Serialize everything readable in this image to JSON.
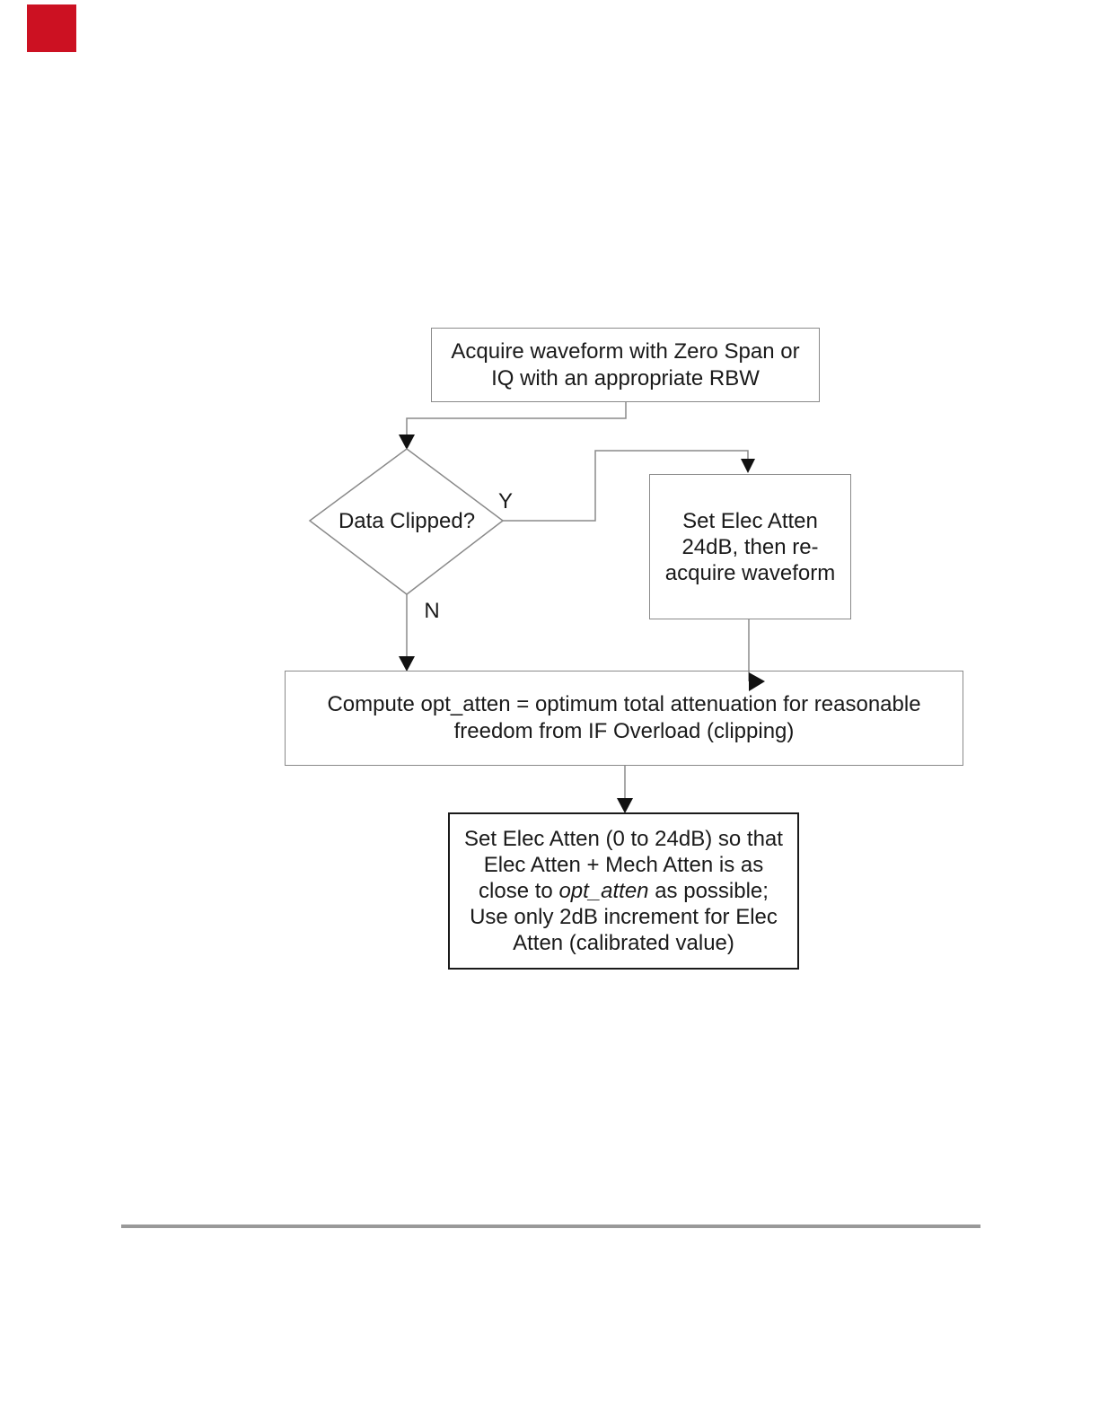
{
  "page": {
    "type": "flowchart-diagram"
  },
  "marker": {
    "color": "#cc1122"
  },
  "flowchart": {
    "acquire_box": {
      "line1": "Acquire waveform with Zero Span or",
      "line2": "IQ with an appropriate RBW"
    },
    "decision": {
      "question": "Data Clipped?",
      "yes": "Y",
      "no": "N"
    },
    "elec_atten_box": {
      "line1": "Set Elec Atten",
      "line2": "24dB, then re-",
      "line3": "acquire waveform"
    },
    "compute_box": {
      "line1": "Compute opt_atten = optimum total attenuation for reasonable",
      "line2": "freedom from IF Overload (clipping)"
    },
    "set_atten_box": {
      "line1": "Set Elec Atten (0 to 24dB) so that",
      "line2": "Elec Atten + Mech Atten is as",
      "line3_pre": "close to ",
      "line3_italic": "opt_atten",
      "line3_post": " as possible;",
      "line4": "Use only 2dB increment for Elec",
      "line5": "Atten (calibrated value)"
    }
  },
  "colors": {
    "box_border": "#8a8a8a",
    "emphasis_border": "#1a1a1a",
    "connector": "#8a8a8a",
    "arrowhead": "#111111",
    "text": "#1a1a1a",
    "divider": "#999999",
    "marker_red": "#cc1122"
  }
}
